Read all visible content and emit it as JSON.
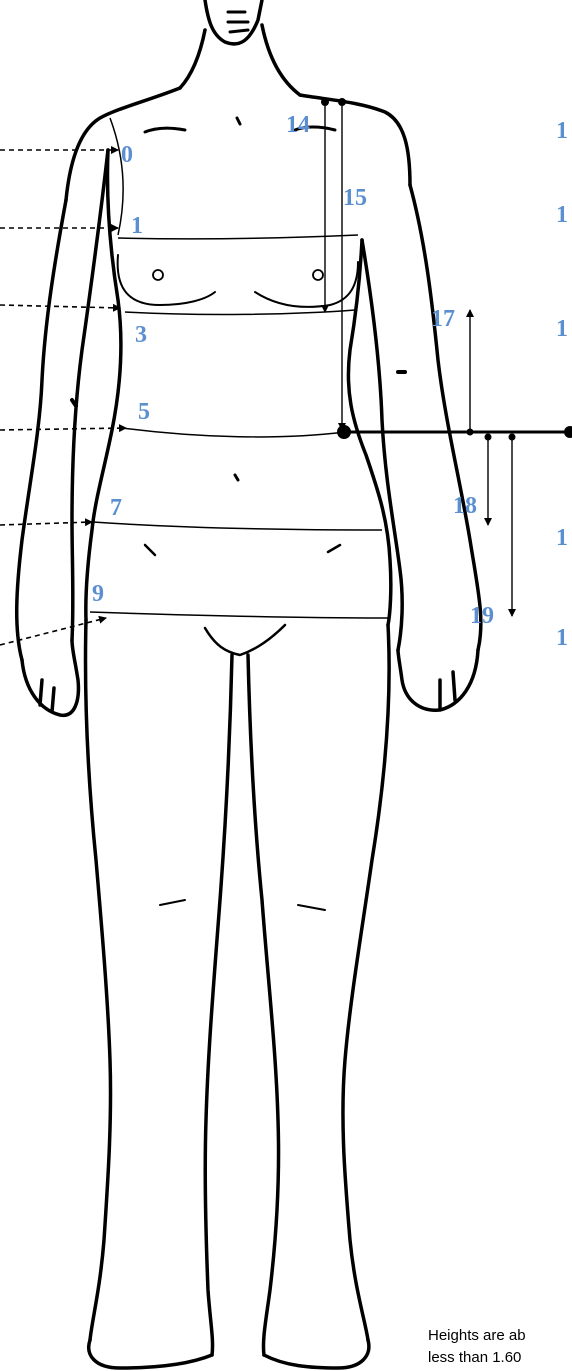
{
  "labels": {
    "l0": "0",
    "l1": "1",
    "l3": "3",
    "l5": "5",
    "l7": "7",
    "l9": "9",
    "l14": "14",
    "l15": "15",
    "l17": "17",
    "l18": "18",
    "l19": "19"
  },
  "right_cut_labels": [
    "1",
    "1",
    "1",
    "1",
    "1"
  ],
  "note": {
    "line1": "Heights are ab",
    "line2": "less than 1.60"
  },
  "colors": {
    "label": "#5b8fd0",
    "line": "#000000"
  }
}
